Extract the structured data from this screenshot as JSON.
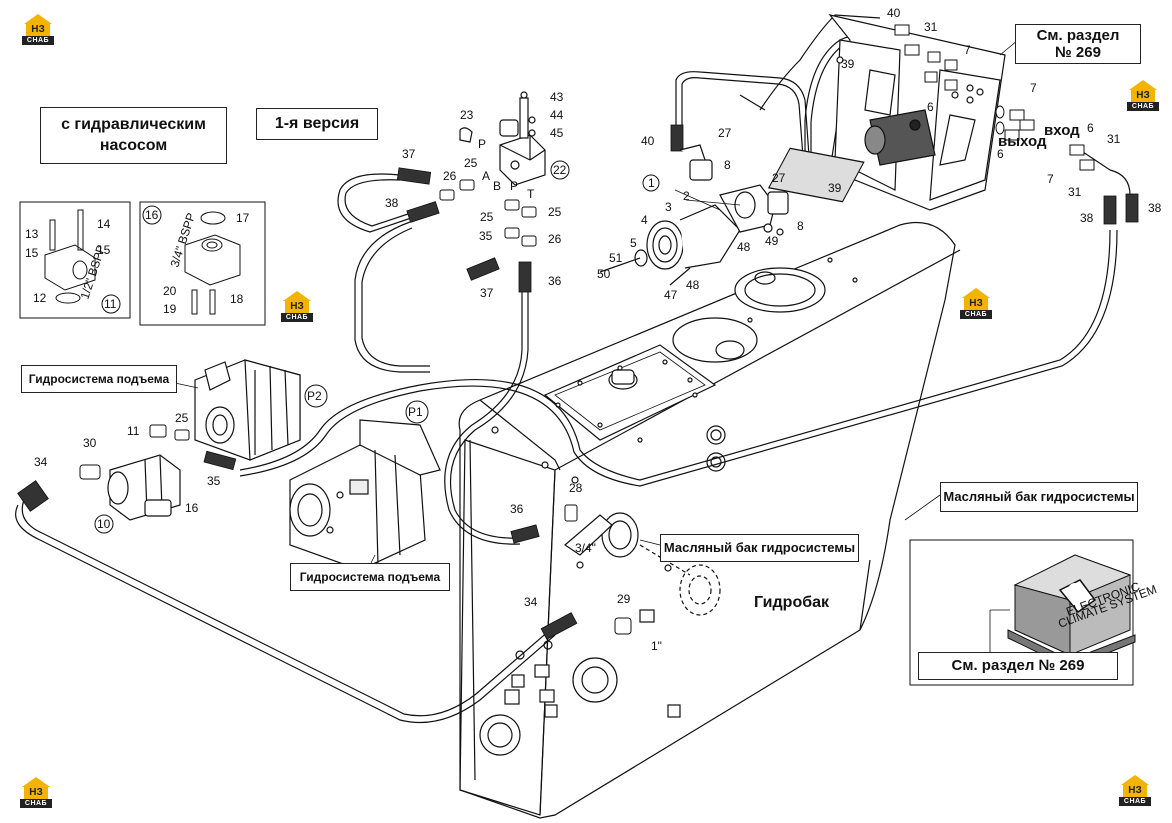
{
  "logos": [
    {
      "top": "НЗ",
      "bottom": "СНАБ"
    },
    {
      "top": "НЗ",
      "bottom": "СНАБ"
    },
    {
      "top": "НЗ",
      "bottom": "СНАБ"
    },
    {
      "top": "НЗ",
      "bottom": "СНАБ"
    },
    {
      "top": "НЗ",
      "bottom": "СНАБ"
    },
    {
      "top": "НЗ",
      "bottom": "СНАБ"
    }
  ],
  "boxes": {
    "hydraulic_pump": "с гидравлическим насосом",
    "version_1": "1-я версия",
    "see_section_top_line1": "См. раздел",
    "see_section_top_line2": "№ 269",
    "oil_tank_right": "Масляный бак гидросистемы",
    "oil_tank_center": "Масляный бак гидросистемы",
    "lift_system_left": "Гидросистема подъема",
    "lift_system_center": "Гидросистема подъема",
    "see_section_bottom": "См. раздел № 269"
  },
  "free_text": {
    "tank": "Гидробак",
    "inlet": "вход",
    "outlet": "выход"
  },
  "port_letters": {
    "P": "P",
    "A": "A",
    "B": "B",
    "P2": "P",
    "T": "T"
  },
  "circled": {
    "c1": "1",
    "c10": "10",
    "c11": "11",
    "c16": "16",
    "c22": "22",
    "P1": "P1",
    "P2": "P2"
  },
  "thread_labels": {
    "bspp_half": "1/2\" BSPP",
    "bspp_three_quarter": "3/4\" BSPP",
    "three_quarter": "3/4\"",
    "one_inch": "1\""
  },
  "box_text": {
    "electronic": "ELECTRONIC",
    "climate": "CLIMATE SYSTEM"
  },
  "callouts": [
    "43",
    "44",
    "45",
    "23",
    "22",
    "37",
    "26",
    "25",
    "38",
    "25",
    "35",
    "36",
    "37",
    "25",
    "26",
    "13",
    "14",
    "15",
    "15",
    "12",
    "17",
    "20",
    "18",
    "19",
    "40",
    "27",
    "8",
    "3",
    "2",
    "4",
    "5",
    "51",
    "50",
    "47",
    "48",
    "48",
    "49",
    "27",
    "8",
    "39",
    "40",
    "39",
    "31",
    "7",
    "6",
    "7",
    "6",
    "31",
    "6",
    "7",
    "31",
    "38",
    "38",
    "11",
    "25",
    "30",
    "34",
    "10",
    "16",
    "35",
    "36",
    "28",
    "34",
    "29"
  ]
}
